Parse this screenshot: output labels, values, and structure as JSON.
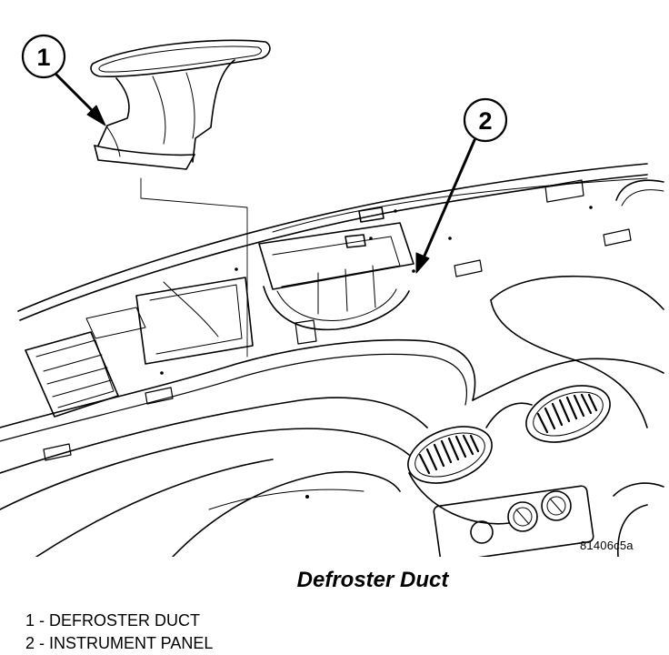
{
  "callouts": [
    {
      "number": "1",
      "label": "DEFROSTER DUCT"
    },
    {
      "number": "2",
      "label": "INSTRUMENT PANEL"
    }
  ],
  "figure_code": "81406c5a",
  "caption": "Defroster Duct",
  "legend": [
    "1 - DEFROSTER DUCT",
    "2 - INSTRUMENT PANEL"
  ]
}
